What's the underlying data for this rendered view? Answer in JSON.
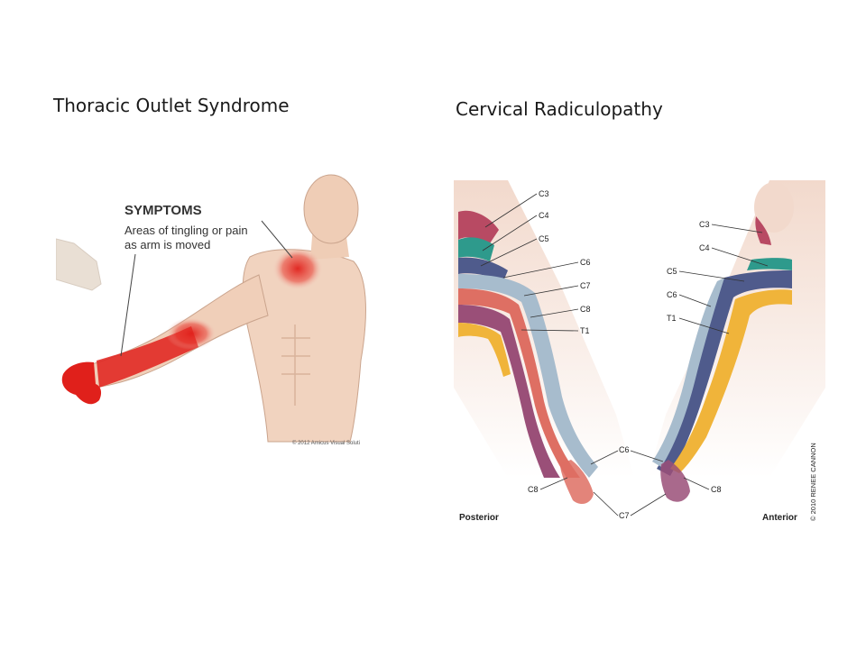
{
  "titles": {
    "left": "Thoracic Outlet Syndrome",
    "right": "Cervical Radiculopathy"
  },
  "tos": {
    "heading": "SYMPTOMS",
    "desc_line1": "Areas of tingling or pain",
    "desc_line2": "as arm is moved",
    "copyright": "© 2012 Amicus Visual Soluti"
  },
  "cr": {
    "posterior_labels": [
      "C3",
      "C4",
      "C5",
      "C6",
      "C7",
      "C8",
      "T1"
    ],
    "anterior_labels": [
      "C3",
      "C4",
      "C5",
      "C6",
      "T1"
    ],
    "hand_labels": {
      "post_c8": "C8",
      "c6": "C6",
      "c7": "C7",
      "ant_c8": "C8"
    },
    "posterior": "Posterior",
    "anterior": "Anterior",
    "copyright": "© 2010 RENEE CANNON"
  },
  "colors": {
    "skin": "#f2d9cc",
    "pain_red": "#e0201b",
    "c3": "#b84a63",
    "c4": "#2e9a8c",
    "c5": "#4f5b8c",
    "c6": "#a7bccd",
    "c7": "#de6f63",
    "c8": "#9a4f78",
    "t1": "#f0b43a"
  }
}
